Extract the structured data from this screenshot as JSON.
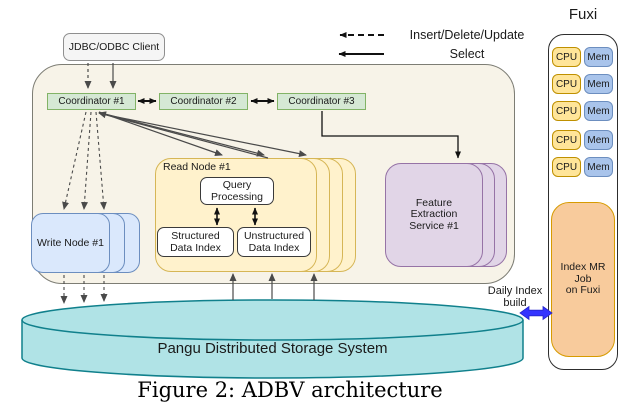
{
  "legend": {
    "dashed_label": "Insert/Delete/Update",
    "solid_label": "Select"
  },
  "client": {
    "label": "JDBC/ODBC Client"
  },
  "coordinators": [
    {
      "label": "Coordinator #1"
    },
    {
      "label": "Coordinator #2"
    },
    {
      "label": "Coordinator #3"
    }
  ],
  "read_node": {
    "title": "Read Node #1",
    "query_processing": "Query Processing",
    "structured_index": "Structured Data Index",
    "unstructured_index": "Unstructured Data Index"
  },
  "write_node": {
    "label": "Write Node #1"
  },
  "feature_service": {
    "lines": [
      "Feature",
      "Extraction",
      "Service #1"
    ]
  },
  "storage": {
    "label": "Pangu Distributed Storage System"
  },
  "fuxi": {
    "title": "Fuxi",
    "cpu_label": "CPU",
    "mem_label": "Mem",
    "row_count": 5,
    "job_lines": [
      "Index MR",
      "Job",
      "on Fuxi"
    ]
  },
  "daily_index": {
    "lines": [
      "Daily Index",
      "build"
    ]
  },
  "caption": "Figure 2: ADBV architecture",
  "colors": {
    "coordinator_fill": "#d5e8d4",
    "coordinator_stroke": "#82b366",
    "read_fill": "#fff2cc",
    "read_stroke": "#d6b656",
    "write_fill": "#dae8fc",
    "write_stroke": "#6c8ebf",
    "feature_fill": "#e1d5e7",
    "feature_stroke": "#9673a6",
    "storage_fill": "#b0e3e6",
    "storage_stroke": "#10808c",
    "job_fill": "#f8cb9c",
    "job_stroke": "#d79b00",
    "cpu_fill": "#ffe599",
    "mem_fill": "#a9c4eb",
    "outer_fill": "#f7f3e8",
    "sync_arrow": "#3333ff"
  }
}
